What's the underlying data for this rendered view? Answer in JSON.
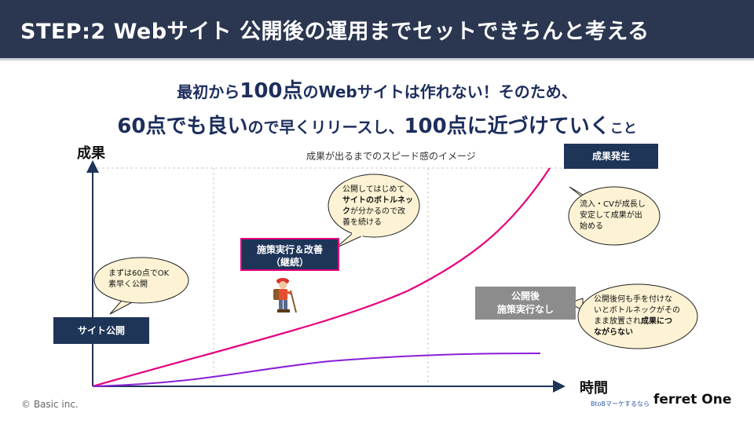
{
  "header": {
    "title": "STEP:2 Webサイト 公開後の運用までセットできちんと考える"
  },
  "headline": {
    "line1": {
      "a": "最初から",
      "b": "100点",
      "c": "の",
      "d": "Webサイトは作れない！そのため、"
    },
    "line2": {
      "a": "60点でも良い",
      "b": "ので",
      "c": "早くリリースし、",
      "d": "100点に近づけていく",
      "e": "こと"
    }
  },
  "chart": {
    "y_axis_label": "成果",
    "x_axis_label": "時間",
    "subtitle": "成果が出るまでのスピード感のイメージ",
    "labels": {
      "site_launch": "サイト公開",
      "result": "成果発生",
      "policy_line1": "施策実行＆改善",
      "policy_line2": "（継続）",
      "gray_line1": "公開後",
      "gray_line2": "施策実行なし"
    },
    "bubbles": {
      "b1": {
        "line1": "まずは60点でOK",
        "line2": "素早く公開"
      },
      "b2": {
        "line1": "公開してはじめて",
        "line2": "サイトのボトルネッ",
        "line3a": "ク",
        "line3b": "が分かるので改",
        "line4": "善を続ける"
      },
      "b3": {
        "line1": "流入・CVが成長し",
        "line2": "安定して成果が出",
        "line3": "始める"
      },
      "b4": {
        "line1": "公開後何も手を付けな",
        "line2": "いとボトルネックがその",
        "line3a": "まま放置され",
        "line3b": "成果につ",
        "line4": "ながらない"
      }
    },
    "colors": {
      "growth_curve": "#e6007e",
      "flat_curve": "#8a1fd6",
      "axis": "#1e3558",
      "navy": "#1e3558",
      "gray_box": "#8c8c8c",
      "bubble_fill": "#fdf3d4"
    }
  },
  "icons": {
    "hiker": "hiker-icon"
  },
  "footer": {
    "copyright": "© Basic inc.",
    "brand_small": "BtoBマーケするなら",
    "brand_big": "ferret One"
  }
}
